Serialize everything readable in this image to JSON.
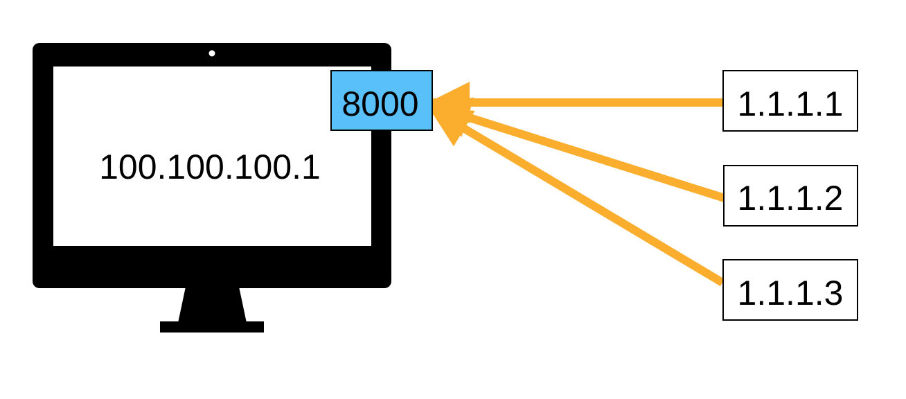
{
  "computer": {
    "ip": "100.100.100.1"
  },
  "port": {
    "label": "8000",
    "fill_color": "#5AC0FA"
  },
  "clients": [
    {
      "ip": "1.1.1.1"
    },
    {
      "ip": "1.1.1.2"
    },
    {
      "ip": "1.1.1.3"
    }
  ],
  "colors": {
    "monitor": "#000000",
    "screen": "#ffffff",
    "arrow": "#FBAE2D"
  },
  "icons": {
    "computer": "desktop-monitor-icon",
    "arrow": "arrow-icon"
  }
}
